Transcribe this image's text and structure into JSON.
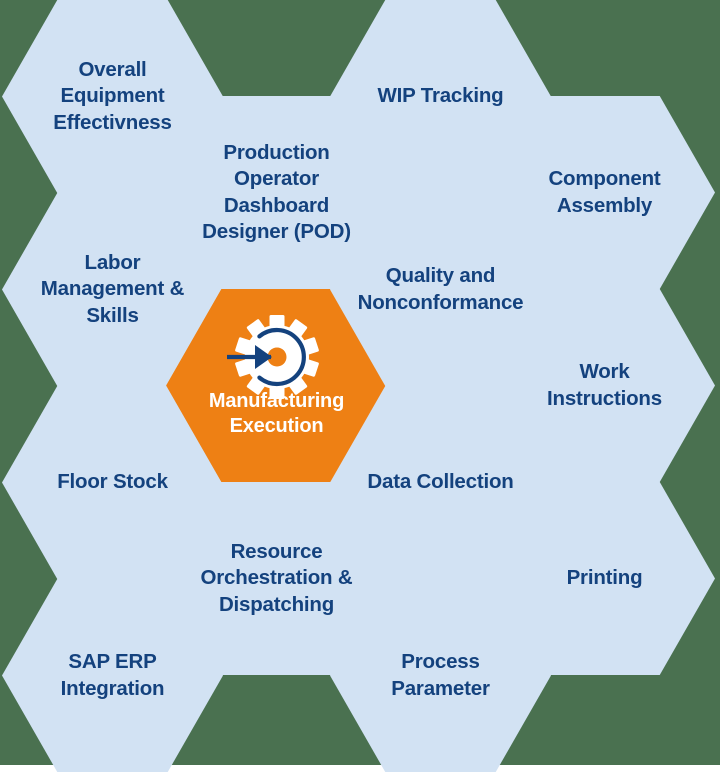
{
  "diagram": {
    "title": "Manufacturing Execution capability hexagon map",
    "background_color": "#4a7150",
    "tile_color": "#d2e2f3",
    "center_color": "#ee8014",
    "text_color": "#14427e",
    "center_text_color": "#ffffff",
    "gap_color": "#ffffff"
  },
  "center": {
    "label": "Manufacturing\nExecution",
    "icon": "gear-with-inward-arrow-icon"
  },
  "tiles": [
    {
      "id": "overall-equipment-effectivness",
      "label": "Overall\nEquipment\nEffectivness",
      "col": 1,
      "row": 1
    },
    {
      "id": "production-operator-dashboard-designer-pod",
      "label": "Production\nOperator\nDashboard\nDesigner (POD)",
      "col": 2,
      "row": 1
    },
    {
      "id": "wip-tracking",
      "label": "WIP Tracking",
      "col": 3,
      "row": 1
    },
    {
      "id": "component-assembly",
      "label": "Component\nAssembly",
      "col": 4,
      "row": 1
    },
    {
      "id": "labor-management-and-skills",
      "label": "Labor\nManagement &\nSkills",
      "col": 1,
      "row": 2
    },
    {
      "id": "quality-and-nonconformance",
      "label": "Quality and\nNonconformance",
      "col": 3,
      "row": 2
    },
    {
      "id": "work-instructions",
      "label": "Work\nInstructions",
      "col": 4,
      "row": 2
    },
    {
      "id": "floor-stock",
      "label": "Floor Stock",
      "col": 1,
      "row": 3
    },
    {
      "id": "resource-orchestration-and-dispatching",
      "label": "Resource\nOrchestration &\nDispatching",
      "col": 2,
      "row": 3
    },
    {
      "id": "data-collection",
      "label": "Data Collection",
      "col": 3,
      "row": 3
    },
    {
      "id": "printing",
      "label": "Printing",
      "col": 4,
      "row": 3
    },
    {
      "id": "sap-erp-integration",
      "label": "SAP ERP\nIntegration",
      "col": 1,
      "row": 4
    },
    {
      "id": "process-parameter",
      "label": "Process\nParameter",
      "col": 3,
      "row": 4
    }
  ]
}
